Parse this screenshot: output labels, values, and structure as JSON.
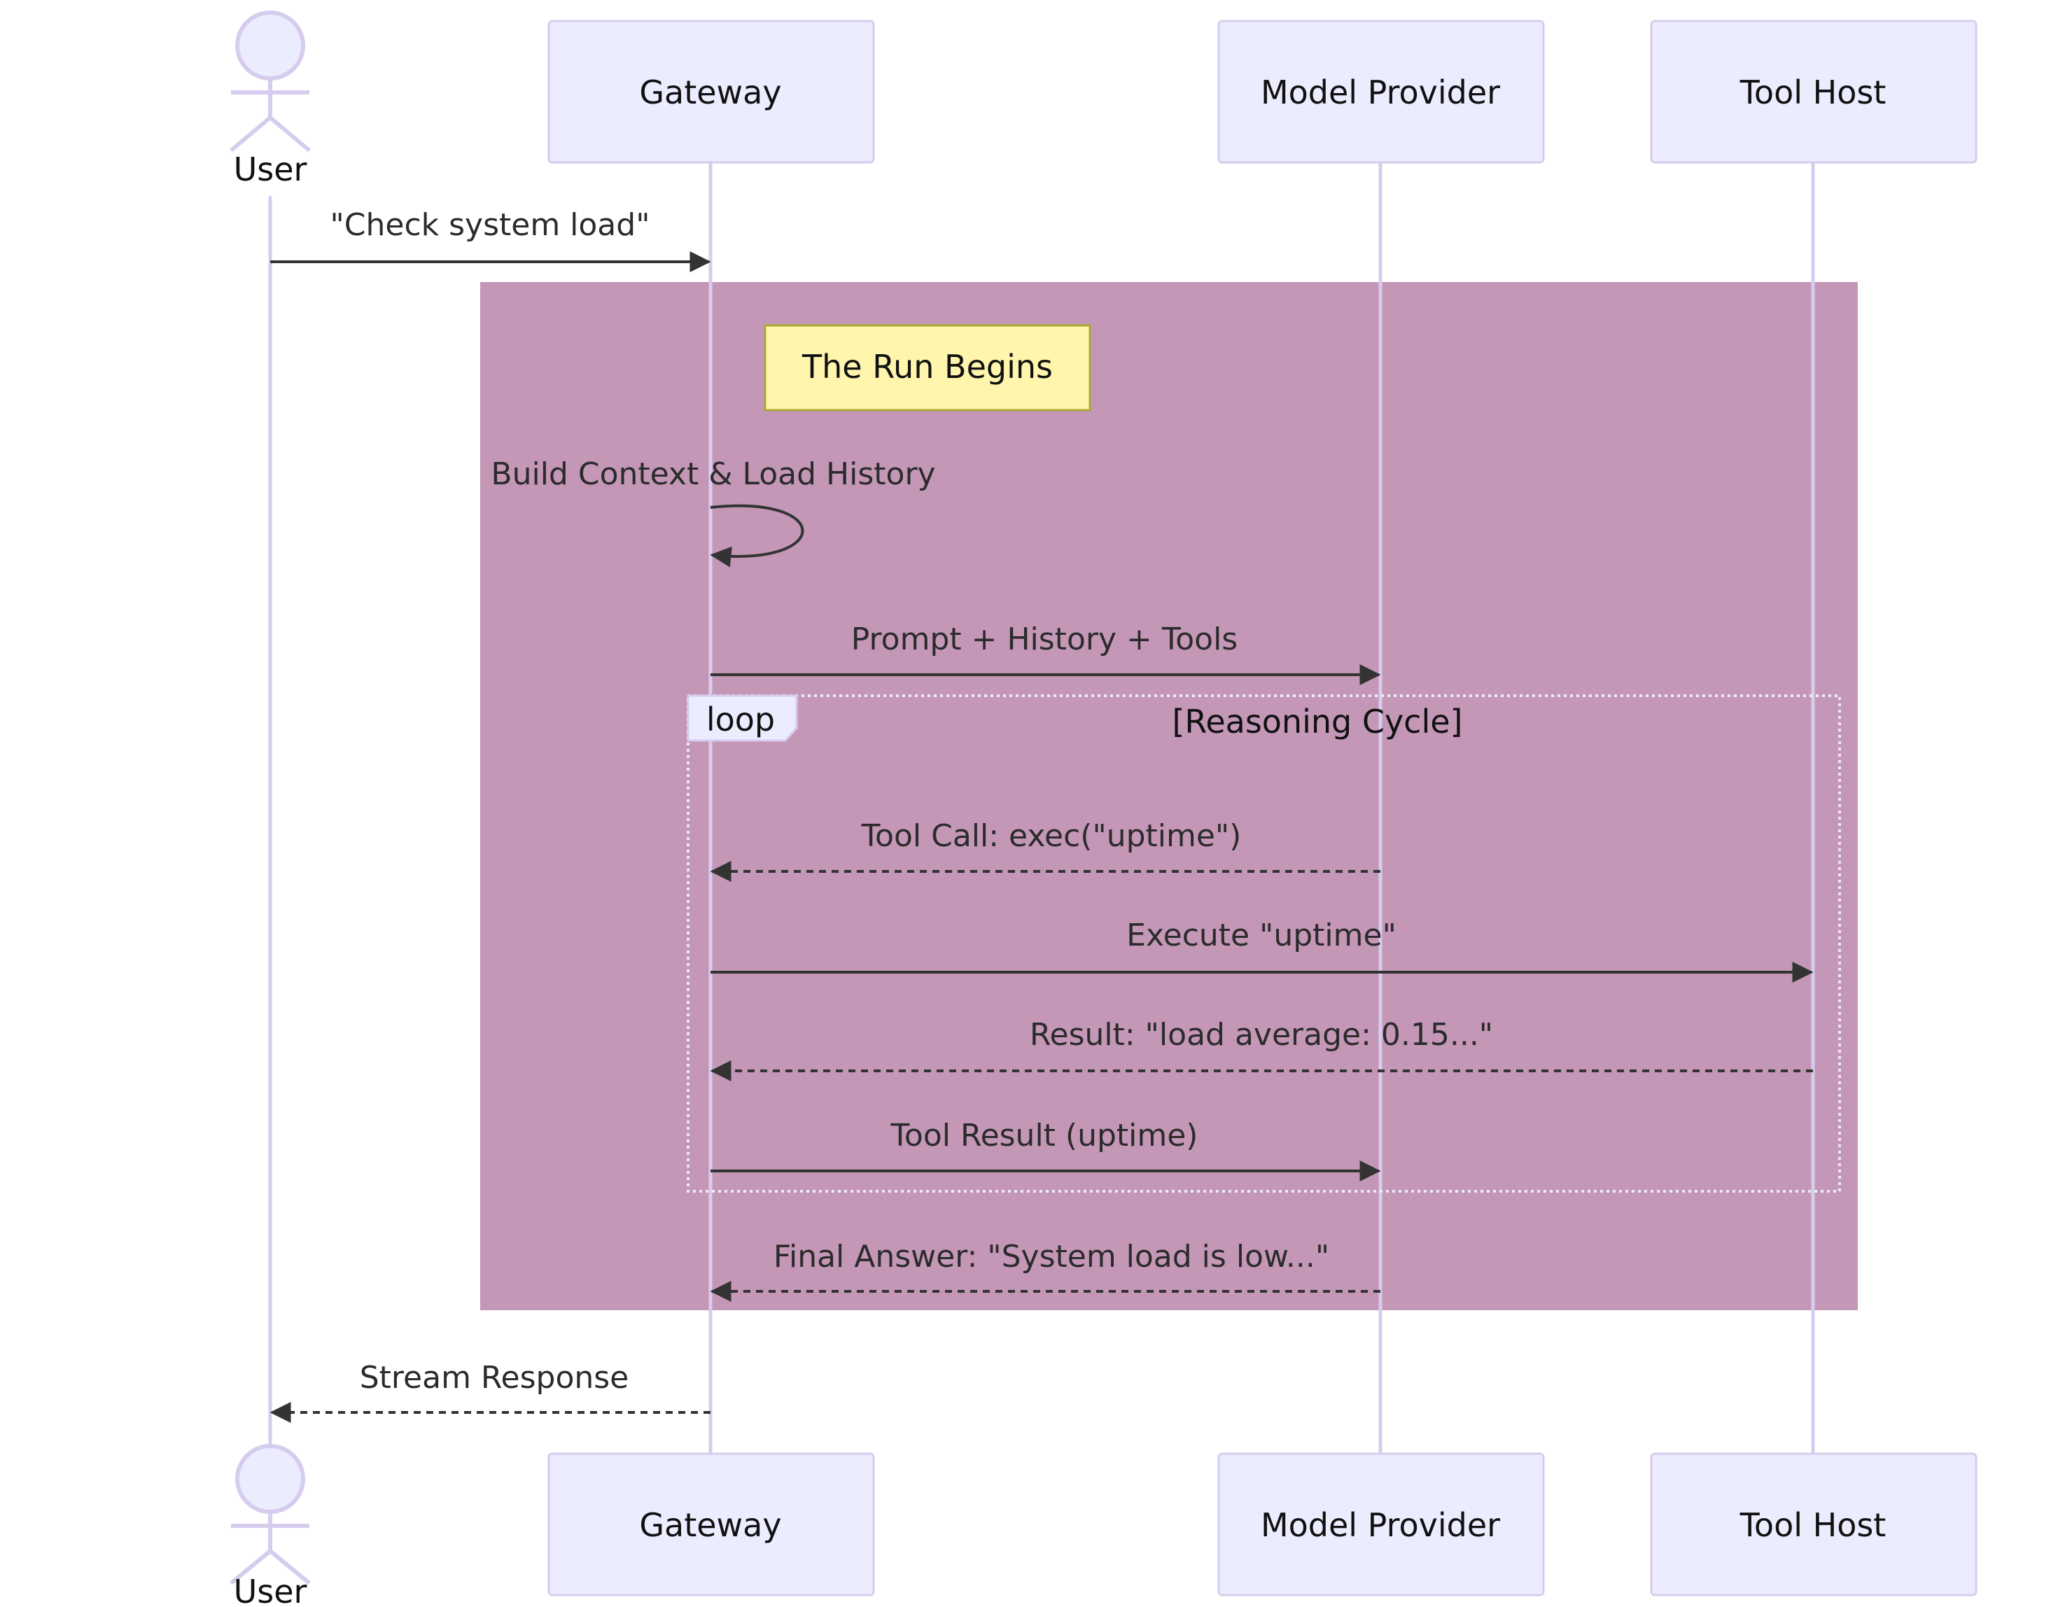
{
  "participants": [
    {
      "id": "user",
      "label": "User",
      "kind": "actor"
    },
    {
      "id": "gateway",
      "label": "Gateway",
      "kind": "box"
    },
    {
      "id": "model",
      "label": "Model Provider",
      "kind": "box"
    },
    {
      "id": "tool",
      "label": "Tool Host",
      "kind": "box"
    }
  ],
  "region": {
    "color": "#c497b7"
  },
  "note": {
    "text": "The Run Begins"
  },
  "loop": {
    "tag": "loop",
    "condition": "[Reasoning Cycle]"
  },
  "messages": [
    {
      "id": "check-load",
      "text": "\"Check system load\"",
      "from": "user",
      "to": "gateway",
      "style": "solid"
    },
    {
      "id": "build-context",
      "text": "Build Context & Load History",
      "from": "gateway",
      "to": "gateway",
      "style": "self"
    },
    {
      "id": "prompt",
      "text": "Prompt + History + Tools",
      "from": "gateway",
      "to": "model",
      "style": "solid"
    },
    {
      "id": "tool-call",
      "text": "Tool Call: exec(\"uptime\")",
      "from": "model",
      "to": "gateway",
      "style": "dashed"
    },
    {
      "id": "execute",
      "text": "Execute \"uptime\"",
      "from": "gateway",
      "to": "tool",
      "style": "solid"
    },
    {
      "id": "result",
      "text": "Result: \"load average: 0.15...\"",
      "from": "tool",
      "to": "gateway",
      "style": "dashed"
    },
    {
      "id": "tool-result",
      "text": "Tool Result (uptime)",
      "from": "gateway",
      "to": "model",
      "style": "solid"
    },
    {
      "id": "final-answer",
      "text": "Final Answer: \"System load is low...\"",
      "from": "model",
      "to": "gateway",
      "style": "dashed"
    },
    {
      "id": "stream",
      "text": "Stream Response",
      "from": "gateway",
      "to": "user",
      "style": "dashed"
    }
  ],
  "colors": {
    "lifeline": "#d6ccee",
    "participant_fill": "#ececff",
    "note_fill": "#fff5ad",
    "arrow": "#333333"
  }
}
